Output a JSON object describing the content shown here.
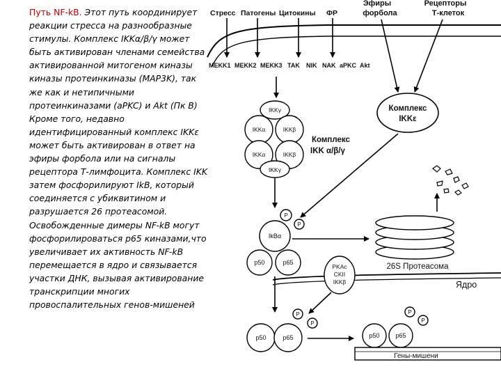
{
  "description": {
    "lead": "Путь NF-kB.",
    "body": " Этот путь координирует реакции стресса на разнообразные стимулы. Комплекс IKKα/β/γ может быть активирован членами семейства активированной митогеном киназы киназы протеинкиназы (MAP3K), так же как и нетипичными протеинкиназами (aPKC) и Akt (Пк B) Кроме того, недавно идентифицированный комплекс IKKε может быть активирован в ответ на эфиры форбола или на сигналы рецептора Т-лимфоцита. Комплекс IKK затем фосфорилируют IkB, который соединяется с убиквитином и разрушается 26 протеасомой. Освобожденные димеры NF-kB могут фосфорилироваться p65 киназами,что увеличивает их активность NF-kB перемещается в ядро и связывается участки ДНК, вызывая активирование транскрипции многих провоспалительных генов-мишеней"
  },
  "stimuli": [
    "Стресс",
    "Патогены",
    "Цитокины",
    "ФР"
  ],
  "phorbol_esters": [
    "Эфиры",
    "форбола"
  ],
  "tcell_receptors": [
    "Рецепторы",
    "Т-клеток"
  ],
  "kinases": [
    "MEKK1",
    "MEKK2",
    "MEKK3",
    "TAK",
    "NIK",
    "NAK",
    "aPKC",
    "Akt"
  ],
  "ikk_complex": {
    "subunits": [
      "IKKγ",
      "IKKα",
      "IKKβ",
      "IKKα",
      "IKKβ",
      "IKKγ"
    ],
    "label": [
      "Комплекс",
      "IKK α/β/γ"
    ]
  },
  "ikk_epsilon": [
    "Комплекс",
    "IKKε"
  ],
  "phospho": "P",
  "ikba": "IkBα",
  "nfkb": [
    "p50",
    "p65"
  ],
  "p65_kinases": [
    "PKAc",
    "CKII",
    "IKKβ"
  ],
  "proteasome": "26S Протеасома",
  "nucleus": "Ядро",
  "target_genes": "Гены-мишени",
  "colors": {
    "accent_text": "#c00000",
    "line": "#000000",
    "fill": "#ffffff"
  }
}
